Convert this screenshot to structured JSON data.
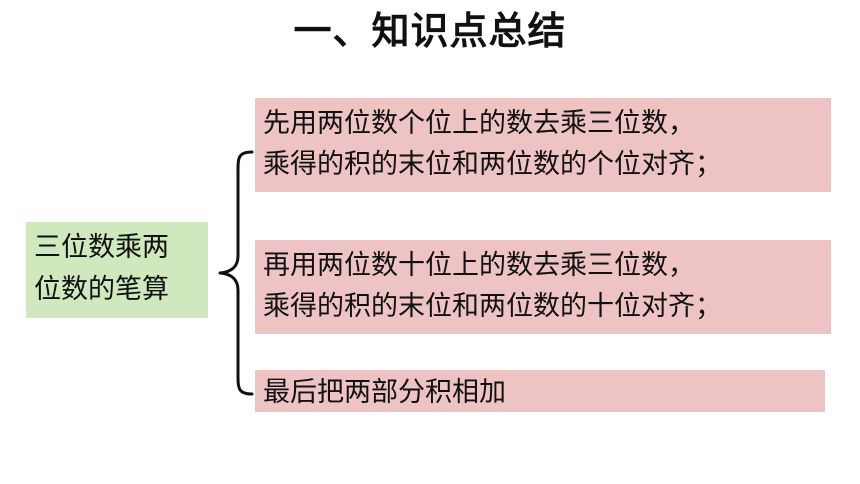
{
  "slide": {
    "title": "一、知识点总结",
    "topic": {
      "line1": "三位数乘两",
      "line2": "位数的笔算"
    },
    "brace_icon": "curly-brace-icon",
    "steps": [
      {
        "line1": "先用两位数个位上的数去乘三位数，",
        "line2": "乘得的积的末位和两位数的个位对齐；"
      },
      {
        "line1": "再用两位数十位上的数去乘三位数，",
        "line2": "乘得的积的末位和两位数的十位对齐；"
      },
      {
        "line1": "最后把两部分积相加"
      }
    ],
    "colors": {
      "topic_background": "#cfe8bd",
      "step_background": "#edc3c3",
      "text": "#111111"
    }
  }
}
